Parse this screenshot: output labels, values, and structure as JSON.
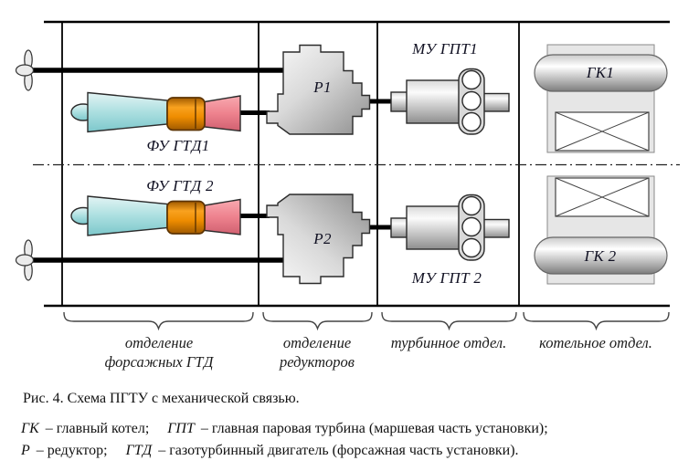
{
  "figure": {
    "caption": "Рис. 4. Схема ПГТУ с механической связью.",
    "components": {
      "engine1": "ФУ ГТД1",
      "engine2": "ФУ ГТД 2",
      "gearbox1": "Р1",
      "gearbox2": "Р2",
      "coupling1": "МУ ГПТ1",
      "coupling2": "МУ ГПТ 2",
      "boiler1": "ГК1",
      "boiler2": "ГК 2"
    },
    "sections": [
      {
        "line1": "отделение",
        "line2": "форсажных ГТД"
      },
      {
        "line1": "отделение",
        "line2": "редукторов"
      },
      {
        "line1": "турбинное отдел.",
        "line2": ""
      },
      {
        "line1": "котельное отдел.",
        "line2": ""
      }
    ],
    "legend": [
      {
        "term1": "ГК",
        "def1": "– главный котел;",
        "term2": "ГПТ",
        "def2": "– главная паровая турбина (маршевая часть установки);"
      },
      {
        "term1": "Р",
        "def1": "– редуктор;",
        "term2": "ГТД",
        "def2": "– газотурбинный двигатель (форсажная часть установки)."
      }
    ],
    "colors": {
      "intake_hi": "#e3f4f4",
      "intake": "#abdfe0",
      "intake_lo": "#7cc7cb",
      "combustor_hi": "#f9a21f",
      "combustor": "#ee8c00",
      "combustor_lo": "#a05a00",
      "combustor_edge": "#5c3300",
      "nozzle_hi": "#f8a9b0",
      "nozzle": "#ee828e",
      "nozzle_lo": "#d06070",
      "metal_hi": "#fbfbfb",
      "metal": "#d9d9d9",
      "metal_lo": "#8e8e8e",
      "boiler_room": "#e6e6e6",
      "capsule_hi": "#c9c9c9",
      "capsule_mid": "#ffffff",
      "capsule_lo": "#7d7d7d",
      "outline": "#2b2b2b",
      "shaft": "#000000"
    }
  }
}
